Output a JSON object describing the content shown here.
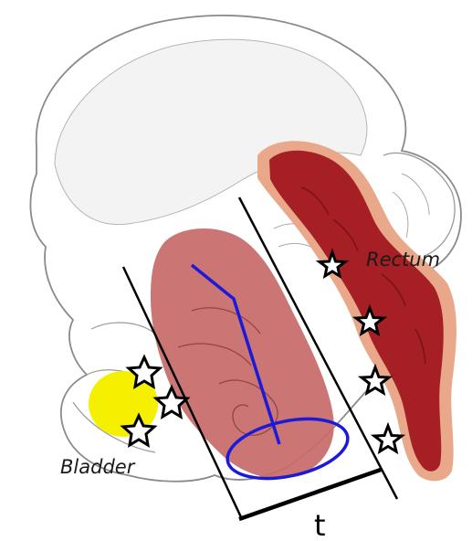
{
  "labels": {
    "rectum": "Rectum",
    "bladder": "Bladder",
    "thickness": "t"
  },
  "colors": {
    "bone_fill": "#ffffff",
    "bone_outline": "#8a8a8a",
    "bone_shadow": "#e6e6e6",
    "rectum_outer": "#e9a88a",
    "rectum_inner": "#a61f24",
    "uterus_fill": "#c86a6a",
    "uterus_dark": "#a24a4a",
    "bladder": "#f5f000",
    "probe_line": "#1a1ad8",
    "boundary_lines": "#000000",
    "stars_fill": "#ffffff",
    "stars_stroke": "#000000"
  }
}
